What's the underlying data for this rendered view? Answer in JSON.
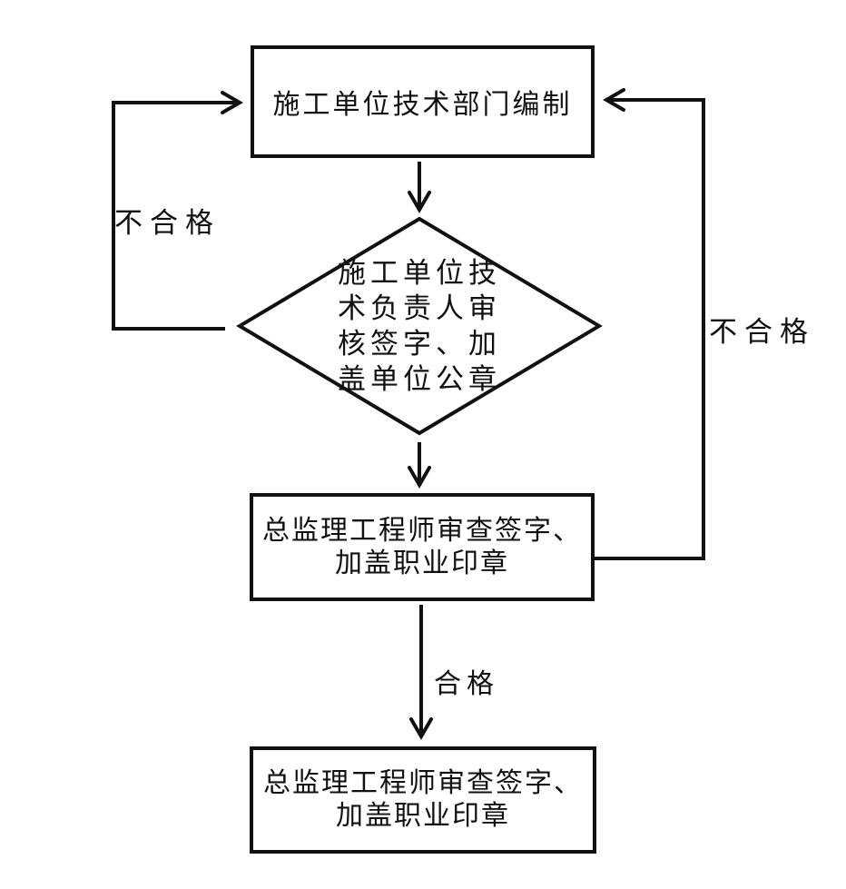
{
  "page": {
    "background_color": "#ffffff",
    "line_color": "#111111"
  },
  "nodes": {
    "top_box": {
      "text": "施工单位技术部门编制"
    },
    "decision_diamond": {
      "full_text": "施工单位技术负责人审核签字、加盖单位公章",
      "lines": [
        "施工单位技",
        "术负责人审",
        "核签字、加",
        "盖单位公章"
      ]
    },
    "middle_box": {
      "full_text": "总监理工程师审查签字、加盖职业印章",
      "lines": [
        "总监理工程师审查签字、",
        "加盖职业印章"
      ]
    },
    "bottom_box": {
      "full_text": "总监理工程师审查签字、加盖职业印章",
      "lines": [
        "总监理工程师审查签字、",
        "加盖职业印章"
      ]
    }
  },
  "edge_labels": {
    "fail_left": "不合格",
    "fail_right": "不合格",
    "pass": "合格"
  }
}
